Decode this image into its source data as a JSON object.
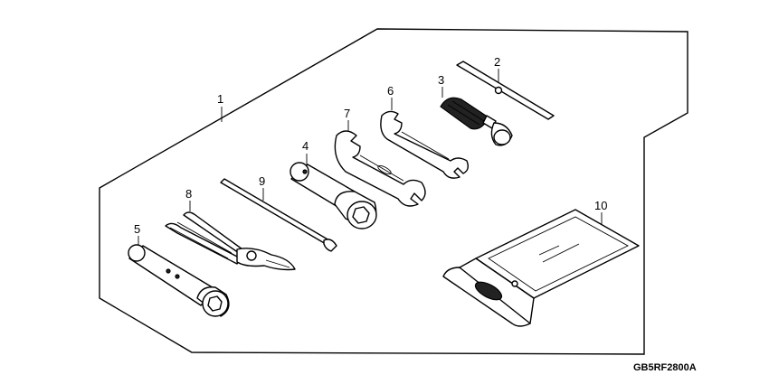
{
  "callouts": {
    "c1": "1",
    "c2": "2",
    "c3": "3",
    "c4": "4",
    "c5": "5",
    "c6": "6",
    "c7": "7",
    "c8": "8",
    "c9": "9",
    "c10": "10"
  },
  "figure_code": "GB5RF2800A"
}
